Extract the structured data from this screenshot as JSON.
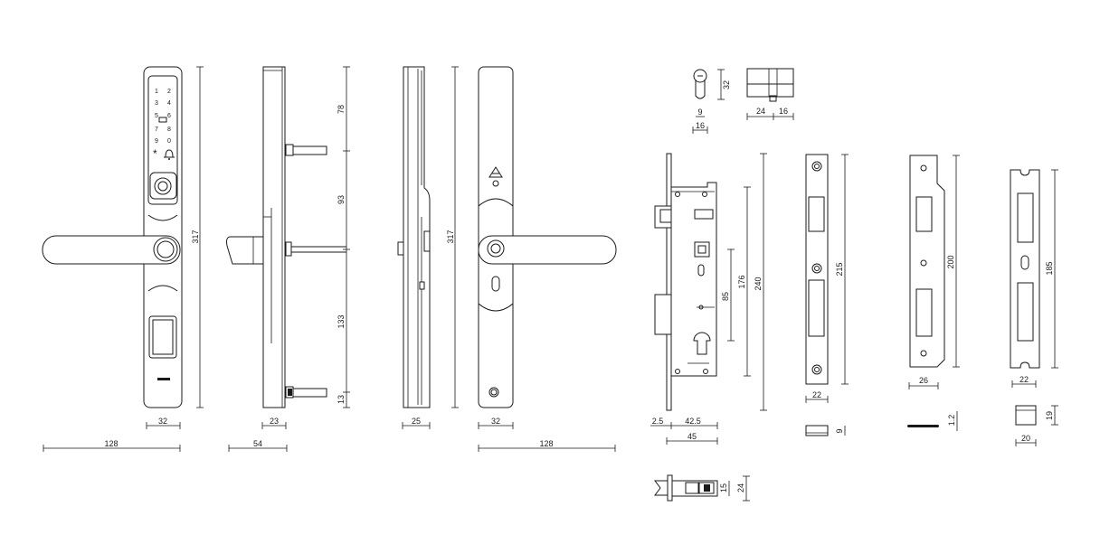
{
  "keypad": {
    "keys": [
      "1",
      "2",
      "3",
      "4",
      "5",
      "6",
      "7",
      "8",
      "9",
      "0",
      "*",
      "bell-icon"
    ]
  },
  "dims": {
    "front": {
      "width_narrow": "32",
      "width_total": "128",
      "height": "317"
    },
    "side_a": {
      "depth": "23",
      "depth_total": "54",
      "seg_top": "78",
      "seg_mid": "93",
      "seg_low": "133",
      "seg_bottom": "13"
    },
    "side_b": {
      "depth": "25",
      "height": "317"
    },
    "back": {
      "width_narrow": "32",
      "width_total": "128"
    },
    "cylinder_end": {
      "height": "32",
      "w1": "9",
      "w2": "16"
    },
    "cylinder_side": {
      "w1": "24",
      "w2": "16"
    },
    "mortise": {
      "h240": "240",
      "h176": "176",
      "h85": "85",
      "backset_a": "2.5",
      "backset_b": "42.5",
      "width": "45"
    },
    "faceplate": {
      "height": "215",
      "width": "22",
      "thickness": "9"
    },
    "strike": {
      "height": "200",
      "width": "26",
      "thickness": "1.2"
    },
    "keeper": {
      "height": "185",
      "width": "22",
      "box_h": "19",
      "box_w": "20"
    },
    "latch": {
      "h1": "15",
      "h2": "24"
    }
  }
}
